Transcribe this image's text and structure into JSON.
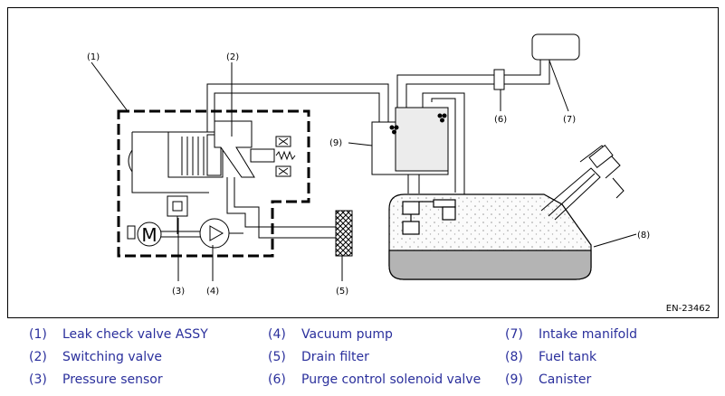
{
  "diagram": {
    "code": "EN-23462",
    "callouts": [
      "(1)",
      "(2)",
      "(3)",
      "(4)",
      "(5)",
      "(6)",
      "(7)",
      "(8)",
      "(9)"
    ],
    "pump_symbol": "M"
  },
  "legend": [
    {
      "num": "(1)",
      "label": "Leak check valve ASSY"
    },
    {
      "num": "(2)",
      "label": "Switching valve"
    },
    {
      "num": "(3)",
      "label": "Pressure sensor"
    },
    {
      "num": "(4)",
      "label": "Vacuum pump"
    },
    {
      "num": "(5)",
      "label": "Drain filter"
    },
    {
      "num": "(6)",
      "label": "Purge control solenoid valve"
    },
    {
      "num": "(7)",
      "label": "Intake manifold"
    },
    {
      "num": "(8)",
      "label": "Fuel tank"
    },
    {
      "num": "(9)",
      "label": "Canister"
    }
  ],
  "colors": {
    "legend_text": "#2a2f9c",
    "tank_fluid": "#b4b4b4",
    "canister_fill": "#ececec"
  }
}
